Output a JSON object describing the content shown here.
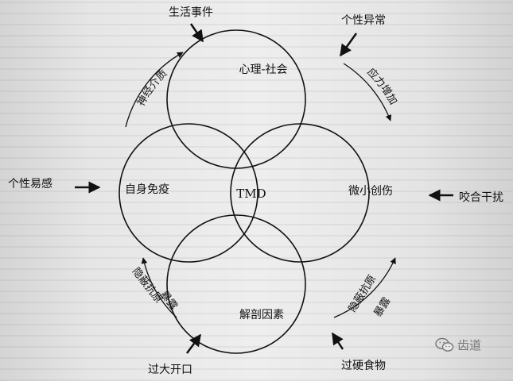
{
  "circles": {
    "top": "心理-社会",
    "left": "自身免疫",
    "right": "微小创伤",
    "bottom": "解剖因素",
    "center": "TMD"
  },
  "outer": {
    "top_left": "生活事件",
    "top_right": "个性异常",
    "left": "个性易感",
    "right": "咬合干扰",
    "bottom_left": "过大开口",
    "bottom_right": "过硬食物"
  },
  "arcs": {
    "top_left": "神经介质",
    "top_right": "应力增加",
    "bottom_left_1": "隐蔽抗原",
    "bottom_left_2": "暴露",
    "bottom_right_1": "隐蔽抗原",
    "bottom_right_2": "暴露"
  },
  "watermark": {
    "text": "齿道",
    "icon": "wechat-icon"
  },
  "colors": {
    "ink": "#111111"
  }
}
